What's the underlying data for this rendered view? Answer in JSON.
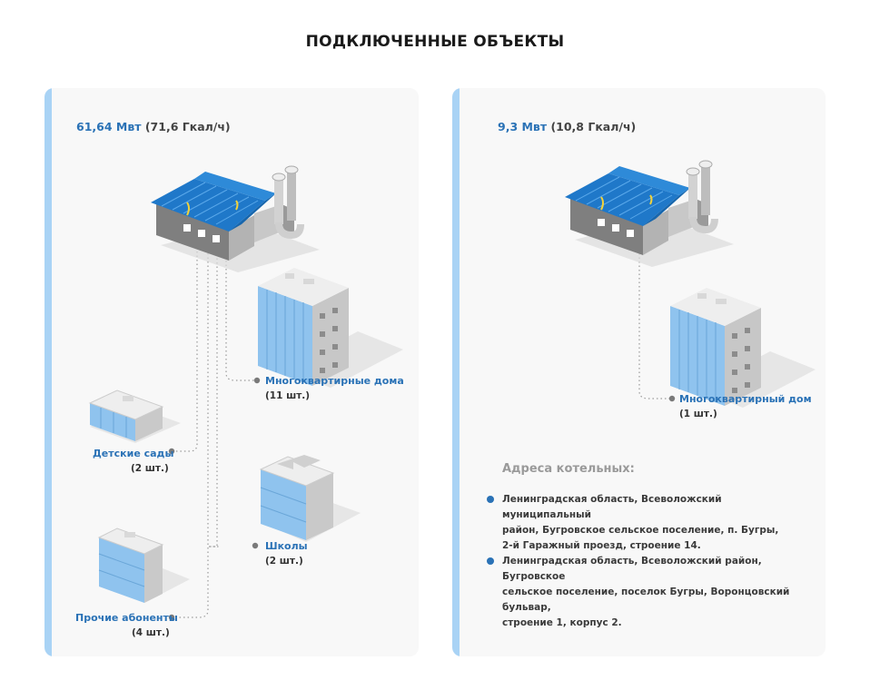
{
  "title": "ПОДКЛЮЧЕННЫЕ ОБЪЕКТЫ",
  "colors": {
    "accent": "#2a72b6",
    "panel_border": "#a9d3f5",
    "panel_bg": "#f8f8f8",
    "roof": "#1f78c9",
    "glass": "#8fc3ee"
  },
  "left": {
    "power_mw": "61,64 Мвт",
    "power_gcal": "(71,6 Гкал/ч)",
    "objects": [
      {
        "label": "Многоквартирные дома",
        "count": "(11 шт.)",
        "icon": "apartment-building-icon"
      },
      {
        "label": "Детские сады",
        "count": "(2 шт.)",
        "icon": "kindergarten-icon"
      },
      {
        "label": "Школы",
        "count": "(2 шт.)",
        "icon": "school-icon"
      },
      {
        "label": "Прочие абоненты",
        "count": "(4 шт.)",
        "icon": "other-building-icon"
      }
    ]
  },
  "right": {
    "power_mw": "9,3 Мвт",
    "power_gcal": "(10,8 Гкал/ч)",
    "objects": [
      {
        "label": "Многоквартирный дом",
        "count": "(1 шт.)",
        "icon": "apartment-building-icon"
      }
    ],
    "addresses_title": "Адреса котельных:",
    "addresses": [
      {
        "line1": "Ленинградская область, Всеволожский муниципальный",
        "line2": "район, Бугровское сельское поселение, п. Бугры,",
        "line3": "2-й Гаражный проезд, строение 14."
      },
      {
        "line1": "Ленинградская область, Всеволожский район, Бугровское",
        "line2": "сельское поселение, поселок Бугры, Воронцовский бульвар,",
        "line3": "строение 1, корпус 2."
      }
    ]
  }
}
